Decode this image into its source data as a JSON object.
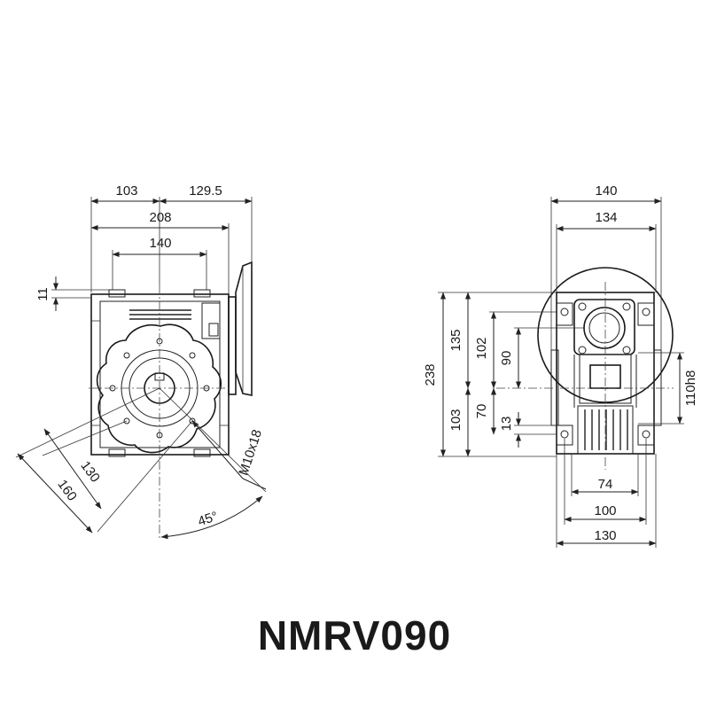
{
  "title": "NMRV090",
  "front_view": {
    "dims": {
      "d103": "103",
      "d129_5": "129.5",
      "d208": "208",
      "d140": "140",
      "d11": "11",
      "d130": "130",
      "d160": "160",
      "thread": "M10x18",
      "angle": "45°"
    }
  },
  "side_view": {
    "dims": {
      "d140": "140",
      "d134": "134",
      "d238": "238",
      "d135": "135",
      "d102": "102",
      "d90": "90",
      "d103": "103",
      "d70": "70",
      "d13": "13",
      "bore": "110h8",
      "d74": "74",
      "d100": "100",
      "d130": "130"
    }
  }
}
